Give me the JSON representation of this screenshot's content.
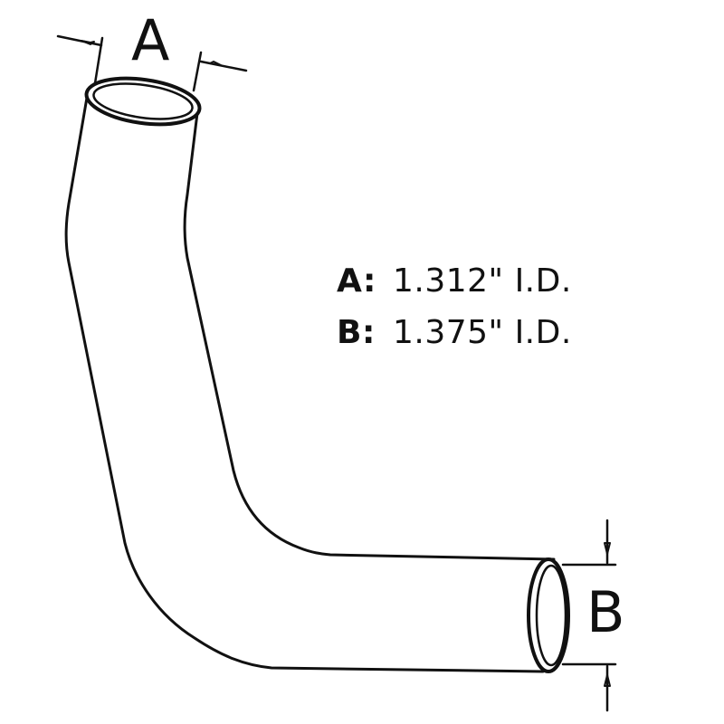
{
  "diagram": {
    "subject": "bent hose",
    "stroke_color": "#111111",
    "background": "#ffffff",
    "dimension_labels": {
      "a": "A",
      "b": "B"
    },
    "specs": [
      {
        "key": "A:",
        "value": "1.312\" I.D."
      },
      {
        "key": "B:",
        "value": "1.375\" I.D."
      }
    ]
  }
}
